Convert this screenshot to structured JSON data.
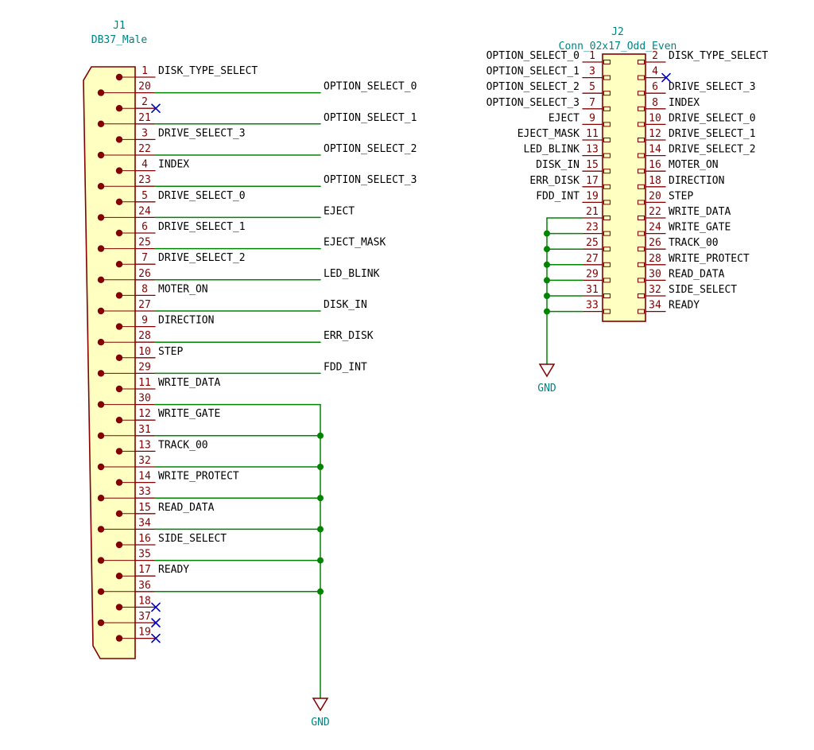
{
  "colors": {
    "background": "#FFFFFF",
    "body_fill": "#FFFFC2",
    "outline": "#840000",
    "wire": "#008400",
    "junction": "#008400",
    "label": "#000000",
    "designator": "#008484",
    "noconnect": "#0000C2"
  },
  "j1": {
    "reference": "J1",
    "value": "DB37_Male",
    "gnd_label": "GND",
    "rows": [
      {
        "pin": "1",
        "type": "label",
        "net": "DISK_TYPE_SELECT"
      },
      {
        "pin": "20",
        "type": "wire",
        "net": "OPTION_SELECT_0"
      },
      {
        "pin": "2",
        "type": "nc"
      },
      {
        "pin": "21",
        "type": "wire",
        "net": "OPTION_SELECT_1"
      },
      {
        "pin": "3",
        "type": "label",
        "net": "DRIVE_SELECT_3"
      },
      {
        "pin": "22",
        "type": "wire",
        "net": "OPTION_SELECT_2"
      },
      {
        "pin": "4",
        "type": "label",
        "net": "INDEX"
      },
      {
        "pin": "23",
        "type": "wire",
        "net": "OPTION_SELECT_3"
      },
      {
        "pin": "5",
        "type": "label",
        "net": "DRIVE_SELECT_0"
      },
      {
        "pin": "24",
        "type": "wire",
        "net": "EJECT"
      },
      {
        "pin": "6",
        "type": "label",
        "net": "DRIVE_SELECT_1"
      },
      {
        "pin": "25",
        "type": "wire",
        "net": "EJECT_MASK"
      },
      {
        "pin": "7",
        "type": "label",
        "net": "DRIVE_SELECT_2"
      },
      {
        "pin": "26",
        "type": "wire",
        "net": "LED_BLINK"
      },
      {
        "pin": "8",
        "type": "label",
        "net": "MOTER_ON"
      },
      {
        "pin": "27",
        "type": "wire",
        "net": "DISK_IN"
      },
      {
        "pin": "9",
        "type": "label",
        "net": "DIRECTION"
      },
      {
        "pin": "28",
        "type": "wire",
        "net": "ERR_DISK"
      },
      {
        "pin": "10",
        "type": "label",
        "net": "STEP"
      },
      {
        "pin": "29",
        "type": "wire",
        "net": "FDD_INT"
      },
      {
        "pin": "11",
        "type": "label",
        "net": "WRITE_DATA"
      },
      {
        "pin": "30",
        "type": "gnd-first"
      },
      {
        "pin": "12",
        "type": "label",
        "net": "WRITE_GATE"
      },
      {
        "pin": "31",
        "type": "gnd"
      },
      {
        "pin": "13",
        "type": "label",
        "net": "TRACK_00"
      },
      {
        "pin": "32",
        "type": "gnd"
      },
      {
        "pin": "14",
        "type": "label",
        "net": "WRITE_PROTECT"
      },
      {
        "pin": "33",
        "type": "gnd"
      },
      {
        "pin": "15",
        "type": "label",
        "net": "READ_DATA"
      },
      {
        "pin": "34",
        "type": "gnd"
      },
      {
        "pin": "16",
        "type": "label",
        "net": "SIDE_SELECT"
      },
      {
        "pin": "35",
        "type": "gnd"
      },
      {
        "pin": "17",
        "type": "label",
        "net": "READY"
      },
      {
        "pin": "36",
        "type": "gnd"
      },
      {
        "pin": "18",
        "type": "nc"
      },
      {
        "pin": "37",
        "type": "nc"
      },
      {
        "pin": "19",
        "type": "nc"
      }
    ]
  },
  "j2": {
    "reference": "J2",
    "value": "Conn_02x17_Odd_Even",
    "gnd_label": "GND",
    "left_rows": [
      {
        "pin": "1",
        "type": "label",
        "net": "OPTION_SELECT_0"
      },
      {
        "pin": "3",
        "type": "label",
        "net": "OPTION_SELECT_1"
      },
      {
        "pin": "5",
        "type": "label",
        "net": "OPTION_SELECT_2"
      },
      {
        "pin": "7",
        "type": "label",
        "net": "OPTION_SELECT_3"
      },
      {
        "pin": "9",
        "type": "label",
        "net": "EJECT"
      },
      {
        "pin": "11",
        "type": "label",
        "net": "EJECT_MASK"
      },
      {
        "pin": "13",
        "type": "label",
        "net": "LED_BLINK"
      },
      {
        "pin": "15",
        "type": "label",
        "net": "DISK_IN"
      },
      {
        "pin": "17",
        "type": "label",
        "net": "ERR_DISK"
      },
      {
        "pin": "19",
        "type": "label",
        "net": "FDD_INT"
      },
      {
        "pin": "21",
        "type": "gnd-first"
      },
      {
        "pin": "23",
        "type": "gnd"
      },
      {
        "pin": "25",
        "type": "gnd"
      },
      {
        "pin": "27",
        "type": "gnd"
      },
      {
        "pin": "29",
        "type": "gnd"
      },
      {
        "pin": "31",
        "type": "gnd"
      },
      {
        "pin": "33",
        "type": "gnd"
      }
    ],
    "right_rows": [
      {
        "pin": "2",
        "type": "label",
        "net": "DISK_TYPE_SELECT"
      },
      {
        "pin": "4",
        "type": "nc"
      },
      {
        "pin": "6",
        "type": "label",
        "net": "DRIVE_SELECT_3"
      },
      {
        "pin": "8",
        "type": "label",
        "net": "INDEX"
      },
      {
        "pin": "10",
        "type": "label",
        "net": "DRIVE_SELECT_0"
      },
      {
        "pin": "12",
        "type": "label",
        "net": "DRIVE_SELECT_1"
      },
      {
        "pin": "14",
        "type": "label",
        "net": "DRIVE_SELECT_2"
      },
      {
        "pin": "16",
        "type": "label",
        "net": "MOTER_ON"
      },
      {
        "pin": "18",
        "type": "label",
        "net": "DIRECTION"
      },
      {
        "pin": "20",
        "type": "label",
        "net": "STEP"
      },
      {
        "pin": "22",
        "type": "label",
        "net": "WRITE_DATA"
      },
      {
        "pin": "24",
        "type": "label",
        "net": "WRITE_GATE"
      },
      {
        "pin": "26",
        "type": "label",
        "net": "TRACK_00"
      },
      {
        "pin": "28",
        "type": "label",
        "net": "WRITE_PROTECT"
      },
      {
        "pin": "30",
        "type": "label",
        "net": "READ_DATA"
      },
      {
        "pin": "32",
        "type": "label",
        "net": "SIDE_SELECT"
      },
      {
        "pin": "34",
        "type": "label",
        "net": "READY"
      }
    ]
  }
}
